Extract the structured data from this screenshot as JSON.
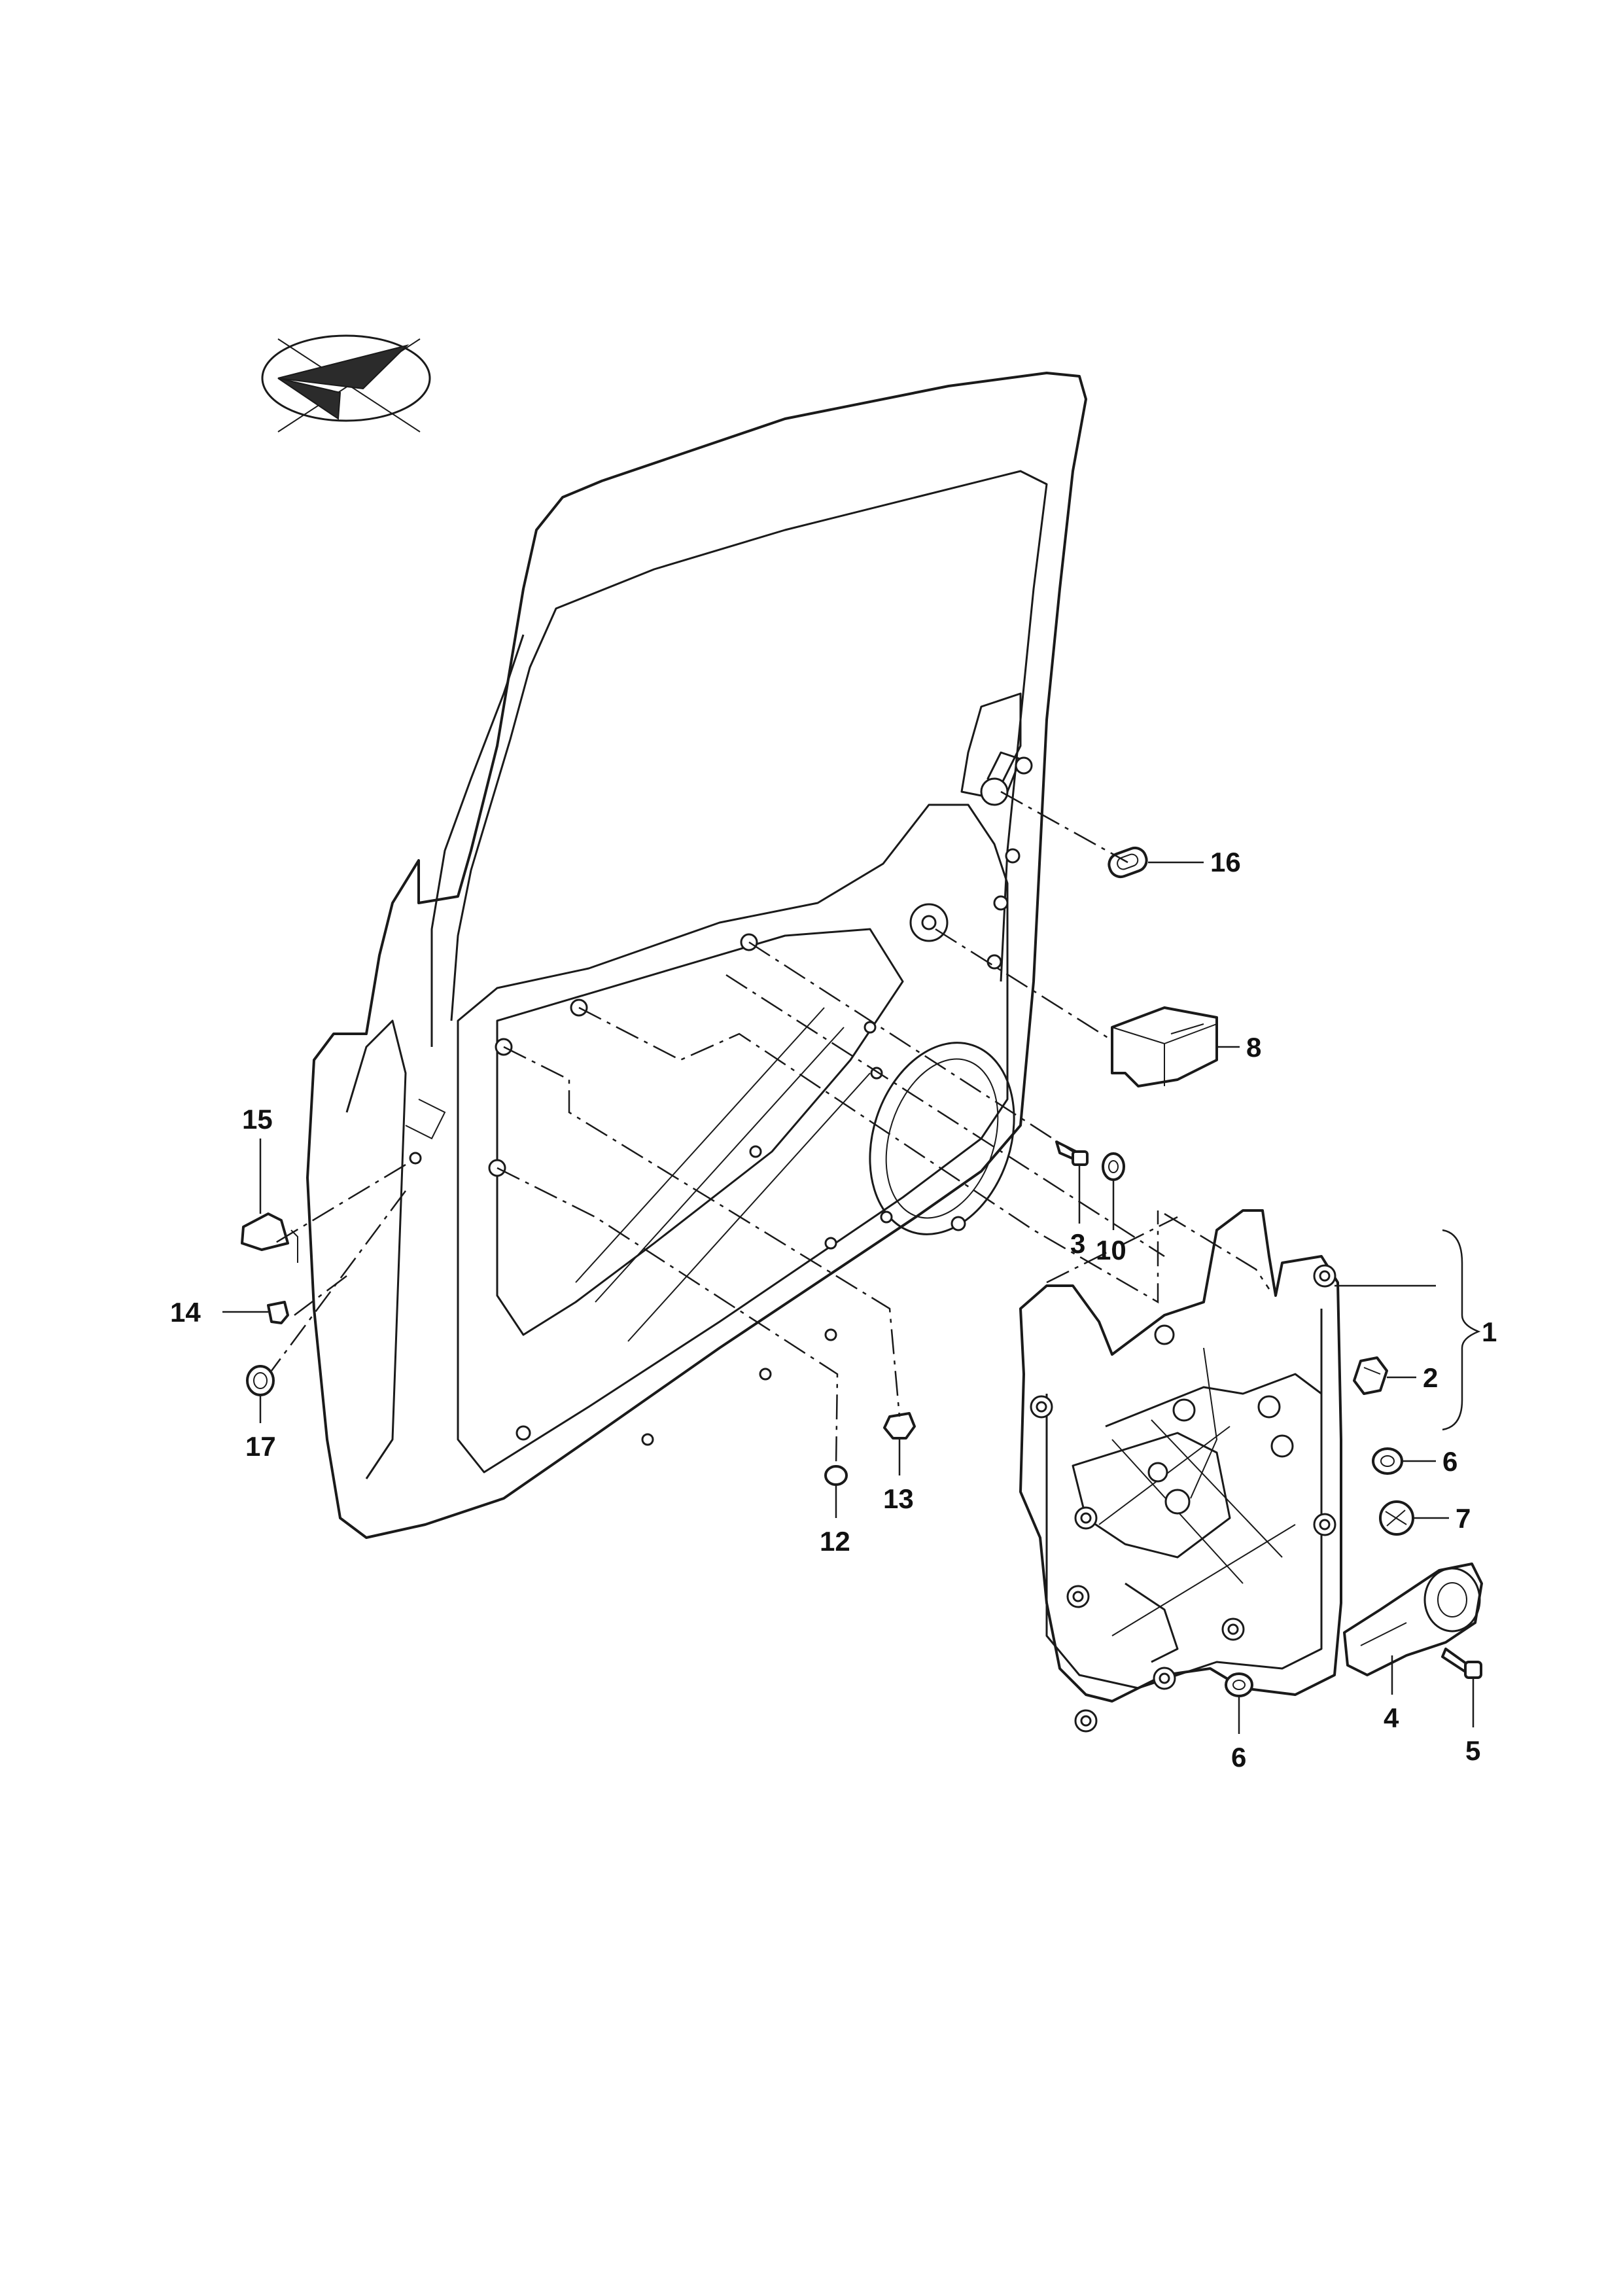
{
  "symbol": {
    "icon": "direction-of-travel-icon"
  },
  "callouts": [
    {
      "id": "c1",
      "label": "1"
    },
    {
      "id": "c2",
      "label": "2"
    },
    {
      "id": "c3",
      "label": "3"
    },
    {
      "id": "c4",
      "label": "4"
    },
    {
      "id": "c5",
      "label": "5"
    },
    {
      "id": "c6a",
      "label": "6"
    },
    {
      "id": "c6b",
      "label": "6"
    },
    {
      "id": "c7",
      "label": "7"
    },
    {
      "id": "c8",
      "label": "8"
    },
    {
      "id": "c10",
      "label": "10"
    },
    {
      "id": "c12",
      "label": "12"
    },
    {
      "id": "c13",
      "label": "13"
    },
    {
      "id": "c14",
      "label": "14"
    },
    {
      "id": "c15",
      "label": "15"
    },
    {
      "id": "c16",
      "label": "16"
    },
    {
      "id": "c17",
      "label": "17"
    }
  ],
  "colors": {
    "line": "#1a1a1a",
    "background": "#ffffff"
  }
}
